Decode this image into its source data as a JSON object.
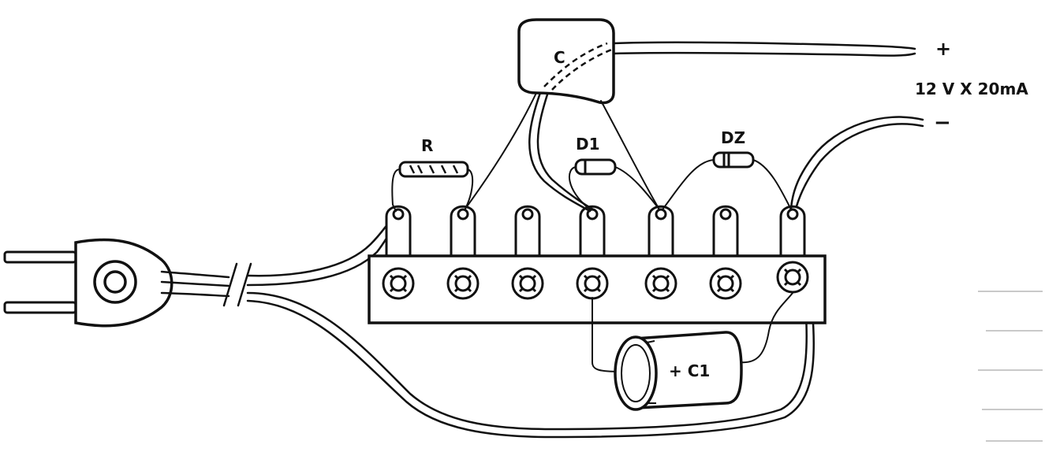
{
  "labels": {
    "capacitor_c": "C",
    "resistor_r": "R",
    "diode_d1": "D1",
    "zener_dz": "DZ",
    "electrolytic_c1": "+ C1",
    "output_plus": "+",
    "output_minus": "−",
    "output_spec": "12 V X 20mA"
  },
  "icons": {
    "plug": "mains-plug-icon",
    "terminal_strip": "terminal-strip-icon",
    "capacitor": "capacitor-icon",
    "resistor": "resistor-icon",
    "diode": "diode-icon",
    "zener": "zener-diode-icon",
    "electrolytic": "electrolytic-capacitor-icon"
  },
  "colors": {
    "ink": "#111111",
    "paper": "#ffffff"
  }
}
